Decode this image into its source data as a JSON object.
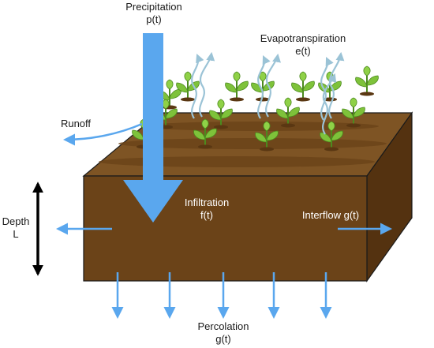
{
  "labels": {
    "precipitation": {
      "title": "Precipitation",
      "symbol": "p(t)"
    },
    "evapotranspiration": {
      "title": "Evapotranspiration",
      "symbol": "e(t)"
    },
    "runoff": {
      "title": "Runoff"
    },
    "depth": {
      "title": "Depth",
      "symbol": "L"
    },
    "infiltration": {
      "title": "Infiltration",
      "symbol": "f(t)"
    },
    "interflow": {
      "title": "Interflow g(t)"
    },
    "percolation": {
      "title": "Percolation",
      "symbol": "g(t)"
    }
  },
  "colors": {
    "water_arrow": "#5aa7ee",
    "vapor_arrow": "#9bc3d6",
    "soil_front": "#6b4318",
    "soil_top": "#7e5424",
    "soil_side": "#543210",
    "outline": "#1a1a1a",
    "leaf": "#7ec23a",
    "leaf_dark": "#4c8a1e",
    "depth_arrow": "#000000"
  },
  "icons": {
    "depth_indicator": "double-headed-arrow",
    "plants": "seedling",
    "vapor": "wavy-arrow"
  }
}
